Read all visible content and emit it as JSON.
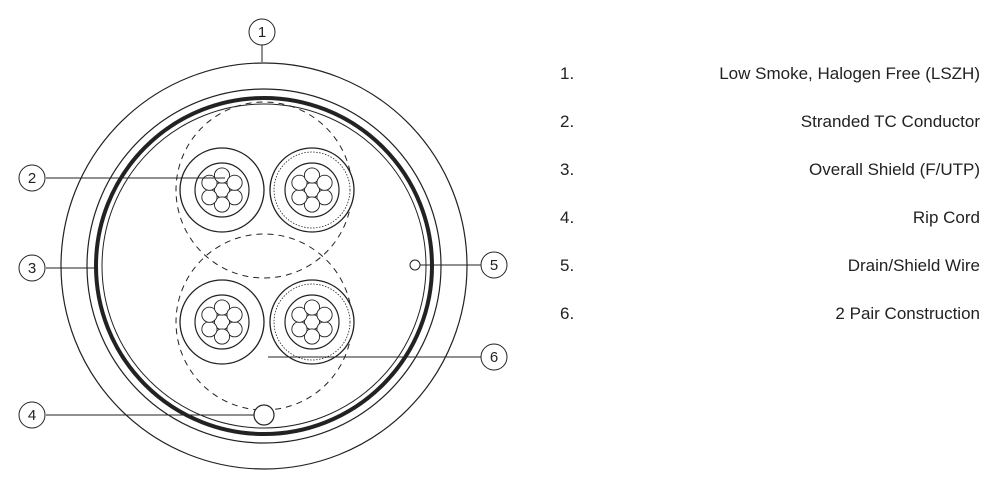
{
  "callouts": [
    "1",
    "2",
    "3",
    "4",
    "5",
    "6"
  ],
  "legend": [
    {
      "num": "1.",
      "label": "Low Smoke, Halogen Free (LSZH)"
    },
    {
      "num": "2.",
      "label": "Stranded TC Conductor"
    },
    {
      "num": "3.",
      "label": "Overall Shield (F/UTP)"
    },
    {
      "num": "4.",
      "label": "Rip Cord"
    },
    {
      "num": "5.",
      "label": "Drain/Shield Wire"
    },
    {
      "num": "6.",
      "label": "2 Pair Construction"
    }
  ]
}
